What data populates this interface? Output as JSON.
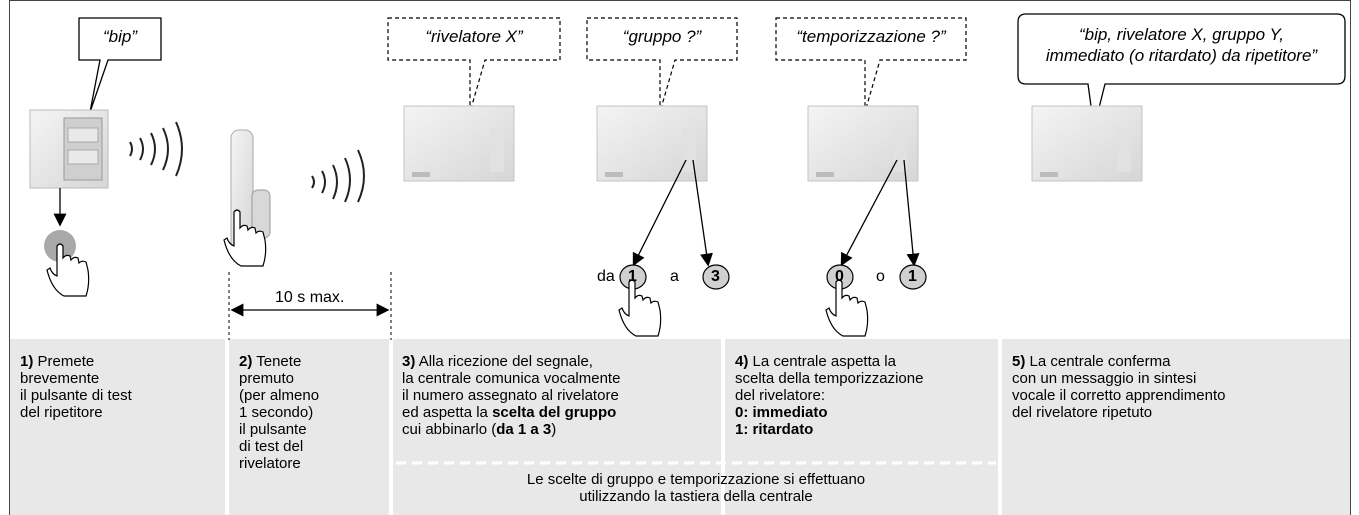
{
  "bubbles": {
    "b1": "“bip”",
    "b2": "“rivelatore X”",
    "b3": "“gruppo ?”",
    "b4": "“temporizzazione ?”",
    "b5_line1": "“bip, rivelatore X, gruppo Y,",
    "b5_line2": "immediato (o ritardato) da ripetitore”"
  },
  "timer": "10 s max.",
  "group_choice": {
    "da": "da",
    "from": "1",
    "a": "a",
    "to": "3"
  },
  "delay_choice": {
    "first": "0",
    "o": "o",
    "second": "1"
  },
  "steps": {
    "s1": {
      "num": "1)",
      "l1": "Premete",
      "l2": "brevemente",
      "l3": "il pulsante di test",
      "l4": "del ripetitore"
    },
    "s2": {
      "num": "2)",
      "l1": "Tenete",
      "l2": "premuto",
      "l3": "(per almeno",
      "l4": "1 secondo)",
      "l5": "il pulsante",
      "l6": "di test del",
      "l7": "rivelatore"
    },
    "s3": {
      "num": "3)",
      "l1": "Alla ricezione del segnale,",
      "l2": "la centrale comunica vocalmente",
      "l3": "il numero assegnato al rivelatore",
      "l4a": "ed aspetta la ",
      "l4b": "scelta del gruppo",
      "l5a": "cui abbinarlo (",
      "l5b": "da 1 a 3",
      "l5c": ")"
    },
    "s4": {
      "num": "4)",
      "l1": "La centrale aspetta la",
      "l2": "scelta della temporizzazione",
      "l3": "del rivelatore:",
      "l4": "0: immediato",
      "l5": "1: ritardato"
    },
    "s5": {
      "num": "5)",
      "l1": "La centrale conferma",
      "l2": "con un messaggio in sintesi",
      "l3": "vocale il corretto apprendimento",
      "l4": "del rivelatore ripetuto"
    }
  },
  "note": {
    "l1": "Le scelte di gruppo e temporizzazione si effettuano",
    "l2": "utilizzando la tastiera della centrale"
  }
}
